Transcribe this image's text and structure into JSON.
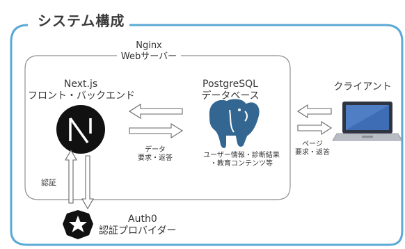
{
  "title": "システム構成",
  "nginx": {
    "line1": "Nginx",
    "line2": "Webサーバー"
  },
  "nextjs": {
    "line1": "Next.js",
    "line2": "フロント・バックエンド",
    "logo_letter": "N"
  },
  "postgres": {
    "line1": "PostgreSQL",
    "line2": "データベース",
    "desc1": "ユーザー情報・診断結果",
    "desc2": "・教育コンテンツ等"
  },
  "client": {
    "label": "クライアント"
  },
  "arrow_data": {
    "line1": "データ",
    "line2": "要求・返答"
  },
  "arrow_page": {
    "line1": "ページ",
    "line2": "要求・返答"
  },
  "arrow_auth": {
    "label": "認証"
  },
  "auth0": {
    "line1": "Auth0",
    "line2": "認証プロバイダー"
  },
  "colors": {
    "frame": "#5aa9d6",
    "nginx_box": "#8f8f8f",
    "postgres": "#336791",
    "nextjs": "#111111",
    "auth0": "#111111"
  }
}
